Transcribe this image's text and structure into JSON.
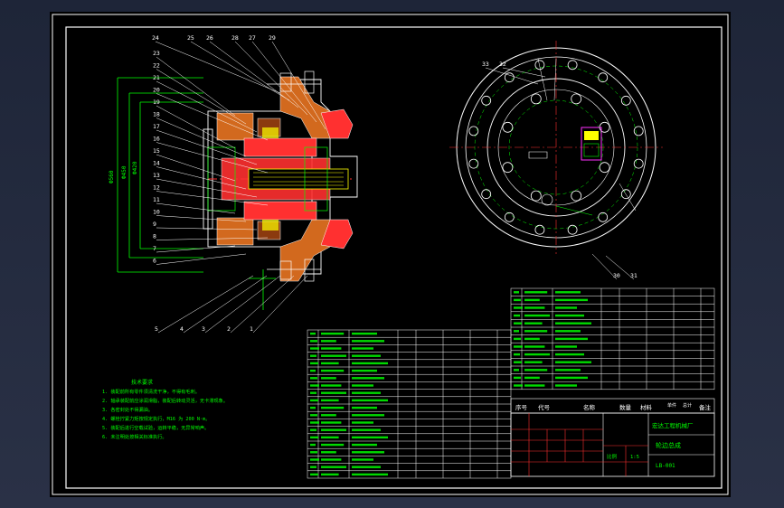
{
  "colors": {
    "background": "#000000",
    "frame": "#ffffff",
    "geometry": "#ffffff",
    "section_fill": "#d2691e",
    "section_fill_alt": "#ff3030",
    "hidden_line": "#ffff00",
    "dimension": "#00ff00",
    "leader": "#ffffff",
    "center_line": "#ff3030",
    "bolt_circle": "#00ff00",
    "callout_text": "#ffffff",
    "table_line": "#ffffff",
    "table_text": "#00ff00",
    "table_red": "#ff3030"
  },
  "callouts_top": [
    "24",
    "25",
    "26",
    "28",
    "27",
    "29"
  ],
  "callouts_left": [
    "23",
    "22",
    "21",
    "20",
    "19",
    "18",
    "17",
    "16",
    "15",
    "14",
    "13",
    "12",
    "11",
    "10",
    "9",
    "8",
    "7",
    "6"
  ],
  "callouts_bottom": [
    "5",
    "4",
    "3",
    "2",
    "1"
  ],
  "callouts_end_view": [
    "33",
    "32",
    "30",
    "31"
  ],
  "dimensions_left": [
    "Ф560",
    "Ф450",
    "Ф420"
  ],
  "title_block": {
    "company": "宏达工程机械厂",
    "drawing_name": "轮边总成",
    "drawing_number": "LB-001",
    "header_cols": [
      "序号",
      "代号",
      "名称",
      "数量",
      "材料",
      "单件",
      "总计",
      "备注"
    ],
    "scale_label": "比例",
    "scale_value": "1:5"
  },
  "tech_requirements": {
    "title": "技术要求",
    "lines": [
      "1. 装配前所有零件须清洗干净，不得有毛刺。",
      "2. 轴承装配前应涂润滑脂，装配后转动灵活，无卡滞现象。",
      "3. 各密封处不得漏油。",
      "4. 螺栓拧紧力矩按规定执行，M16 为 200 N·m。",
      "5. 装配后进行空载试验，运转平稳，无异常响声。",
      "6. 未注明处按相关标准执行。"
    ]
  },
  "bom_left_rows": 20,
  "bom_right_rows": 13
}
